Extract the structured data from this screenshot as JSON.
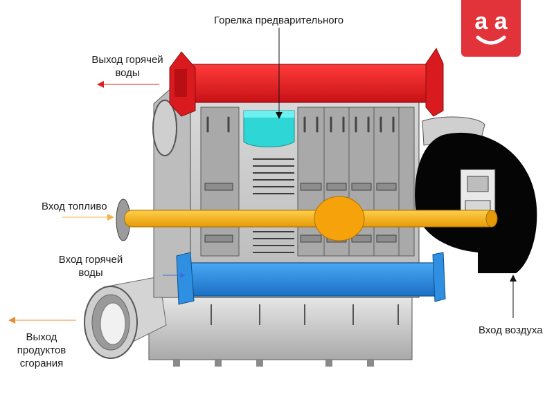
{
  "labels": {
    "preheat_burner": "Горелка предварительного",
    "hot_water_out_1": "Выход горячей",
    "hot_water_out_2": "воды",
    "fuel_in": "Вход топливо",
    "hot_water_in_1": "Вход горячей",
    "hot_water_in_2": "воды",
    "combustion_out_1": "Выход",
    "combustion_out_2": "продуктов",
    "combustion_out_3": "сгорания",
    "air_in": "Вход воздуха"
  },
  "logo": {
    "text": "a a",
    "color": "#e2333a"
  },
  "colors": {
    "hot_water_outlet": "#e8232b",
    "hot_water_inlet": "#2f8fe0",
    "fuel_pipe": "#f2a712",
    "burner": "#2fd6d6",
    "air_housing": "#050505",
    "body": "#c9c9c9",
    "arrow_red": "#e02020",
    "arrow_orange": "#f08a30",
    "arrow_blue": "#3a6fd8"
  }
}
